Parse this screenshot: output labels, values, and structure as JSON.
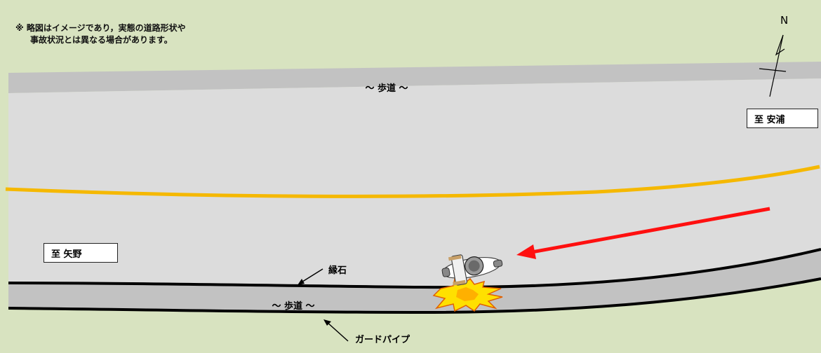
{
  "note": {
    "line1": "※  略図はイメージであり，実態の道路形状や",
    "line2": "事故状況とは異なる場合があります。"
  },
  "labels": {
    "sidewalk_top": "～ 歩道 ～",
    "sidewalk_bottom": "～ 歩道 ～",
    "curb": "縁石",
    "guardpipe": "ガードパイプ"
  },
  "destinations": {
    "right": "至  安浦",
    "left": "至  矢野"
  },
  "compass": {
    "north": "N"
  },
  "colors": {
    "background": "#d8e3c0",
    "road": "#dcdcdc",
    "sidewalk": "#c2c2c2",
    "center_line": "#f5b800",
    "arrow": "#ff1010",
    "impact": "#ffe000"
  }
}
